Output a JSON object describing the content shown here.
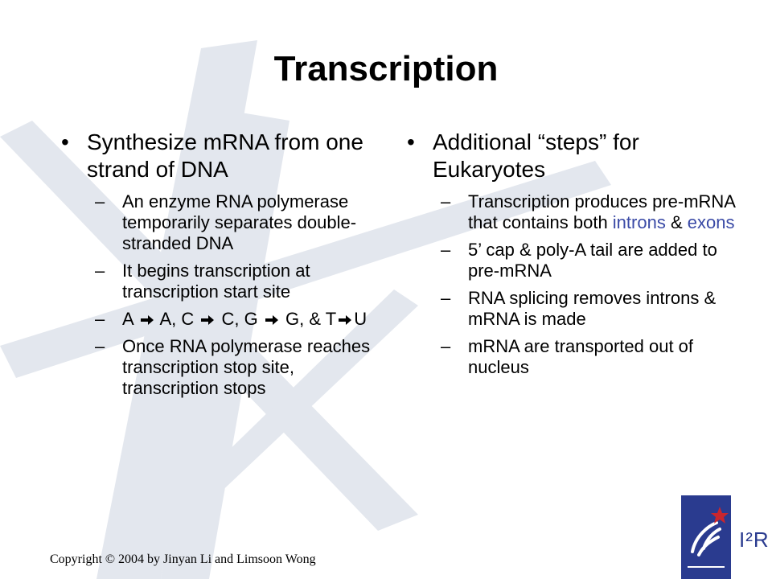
{
  "slide": {
    "title": "Transcription",
    "left": {
      "heading": "Synthesize mRNA from one strand of DNA",
      "items": {
        "i0": "An enzyme RNA polymerase temporarily separates double-stranded DNA",
        "i1": "It begins transcription at transcription start site",
        "i2": {
          "a1": "A",
          "a2": "A, C",
          "a3": "C, G",
          "a4": "G, &",
          "a5": "T",
          "a6": "U"
        },
        "i3": "Once RNA polymerase reaches transcription stop site, transcription stops"
      }
    },
    "right": {
      "heading": "Additional “steps” for Eukaryotes",
      "items": {
        "i0": {
          "pre": "Transcription produces pre-mRNA that contains both ",
          "introns": "introns",
          "amp": " & ",
          "exons": "exons"
        },
        "i1": "5’ cap & poly-A tail are added to pre-mRNA",
        "i2": "RNA splicing removes introns & mRNA is made",
        "i3": "mRNA are transported out of nucleus"
      }
    },
    "bullet_char": "•",
    "dash_char": "–",
    "footer": "Copyright © 2004 by Jinyan Li and Limsoon Wong",
    "logo": {
      "text": "I²R"
    },
    "colors": {
      "highlight": "#3a4aa6",
      "background_star": "#e3e7ee",
      "logo_blue": "#2a3b8f",
      "logo_star": "#c8262e"
    },
    "icons": [
      "arrow-right-icon",
      "background-star-icon",
      "astar-logo-icon"
    ]
  }
}
